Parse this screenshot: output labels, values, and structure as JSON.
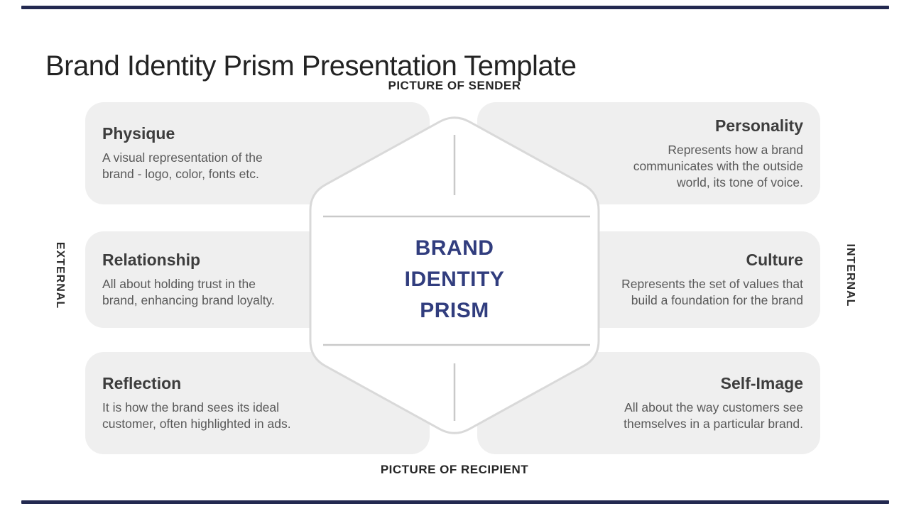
{
  "slide": {
    "title": "Brand Identity Prism Presentation Template",
    "header_label": "PICTURE OF SENDER",
    "footer_label": "PICTURE OF RECIPIENT",
    "side_labels": {
      "left": "EXTERNAL",
      "right": "INTERNAL"
    },
    "center_hexagon": {
      "line1": "BRAND",
      "line2": "IDENTITY",
      "line3": "PRISM"
    },
    "boxes": {
      "physique": {
        "title": "Physique",
        "description": "A visual representation of the\nbrand - logo, color, fonts etc."
      },
      "personality": {
        "title": "Personality",
        "description": "Represents how a brand\ncommunicates with the outside\nworld, its tone of voice."
      },
      "relationship": {
        "title": "Relationship",
        "description": "All about holding trust in the\nbrand, enhancing brand loyalty."
      },
      "culture": {
        "title": "Culture",
        "description": "Represents the set of values that\nbuild a foundation for the brand"
      },
      "reflection": {
        "title": "Reflection",
        "description": "It is how the brand sees its ideal\ncustomer, often highlighted in ads."
      },
      "self_image": {
        "title": "Self-Image",
        "description": "All about the way customers see\nthemselves in a particular brand."
      }
    },
    "colors": {
      "accent_bar": "#232950",
      "center_text": "#313d7e",
      "box_background": "#efefef",
      "heading_text": "#3d3d3d",
      "body_text": "#595959",
      "hexagon_border": "#d9d9d9",
      "connector_line": "#c9c9c9"
    }
  }
}
